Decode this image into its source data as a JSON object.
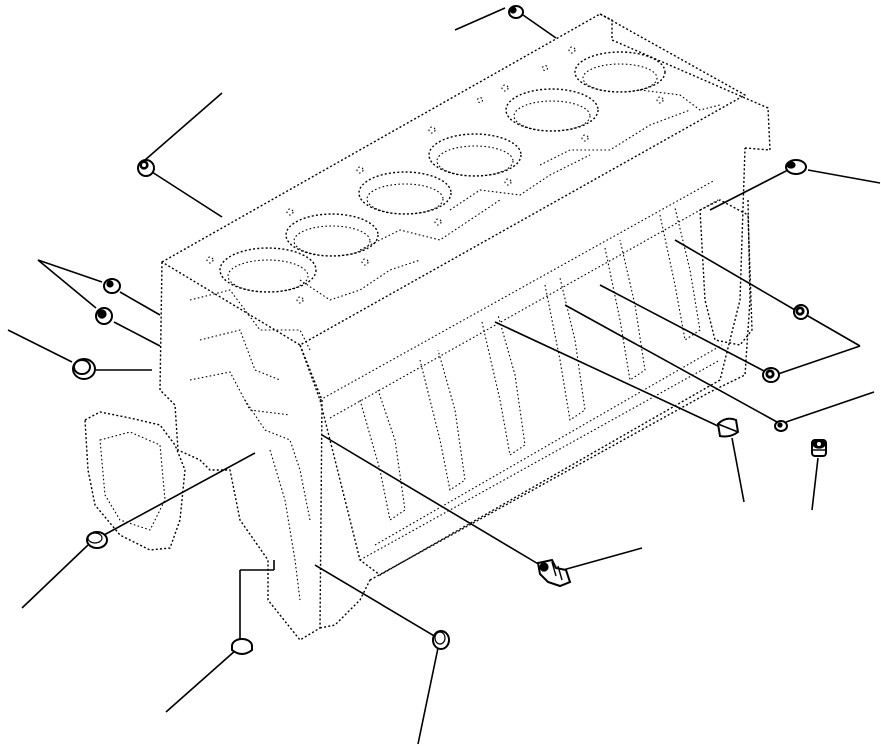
{
  "diagram": {
    "kind": "exploded-parts-view",
    "subject": "engine-cylinder-block",
    "cylinder_bores": 6,
    "labels": [],
    "parts": [
      {
        "name": "plug-top",
        "icon": "plug-icon"
      },
      {
        "name": "plug-upper-left",
        "icon": "plug-icon"
      },
      {
        "name": "plug-pair-left-a",
        "icon": "plug-icon"
      },
      {
        "name": "plug-pair-left-b",
        "icon": "plug-icon"
      },
      {
        "name": "cup-plug-left",
        "icon": "cup-plug-icon"
      },
      {
        "name": "plug-right-top",
        "icon": "plug-icon"
      },
      {
        "name": "plug-pair-right-a",
        "icon": "plug-icon"
      },
      {
        "name": "plug-pair-right-b",
        "icon": "plug-icon"
      },
      {
        "name": "plug-right-mid",
        "icon": "plug-icon"
      },
      {
        "name": "cup-plug-right",
        "icon": "cup-plug-icon"
      },
      {
        "name": "bolt-right",
        "icon": "bolt-icon"
      },
      {
        "name": "cup-plug-lower-left",
        "icon": "cup-plug-icon"
      },
      {
        "name": "cup-plug-bottom",
        "icon": "cup-plug-icon"
      },
      {
        "name": "sensor-fitting",
        "icon": "sensor-icon"
      },
      {
        "name": "cup-plug-bottom-right",
        "icon": "cup-plug-icon"
      }
    ]
  }
}
